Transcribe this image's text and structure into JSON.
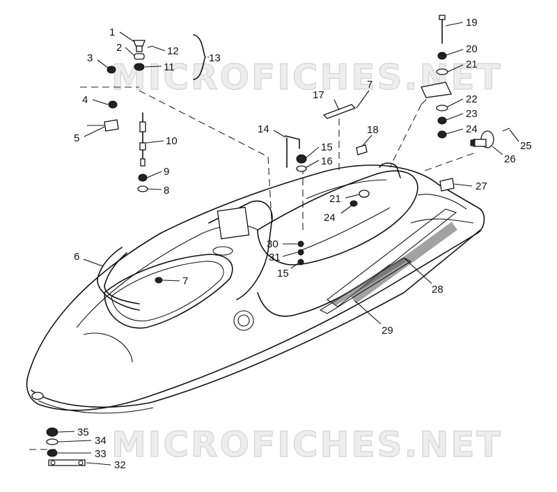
{
  "watermark": {
    "upper": "MICROFICHES.NET",
    "lower": "MICROFICHES.NET"
  },
  "callouts": [
    {
      "id": "c1",
      "label": "1"
    },
    {
      "id": "c2",
      "label": "2"
    },
    {
      "id": "c3",
      "label": "3"
    },
    {
      "id": "c4",
      "label": "4"
    },
    {
      "id": "c5",
      "label": "5"
    },
    {
      "id": "c6",
      "label": "6"
    },
    {
      "id": "c7a",
      "label": "7"
    },
    {
      "id": "c7b",
      "label": "7"
    },
    {
      "id": "c8",
      "label": "8"
    },
    {
      "id": "c9",
      "label": "9"
    },
    {
      "id": "c10",
      "label": "10"
    },
    {
      "id": "c11",
      "label": "11"
    },
    {
      "id": "c12",
      "label": "12"
    },
    {
      "id": "c13",
      "label": "13"
    },
    {
      "id": "c14",
      "label": "14"
    },
    {
      "id": "c15a",
      "label": "15"
    },
    {
      "id": "c15b",
      "label": "15"
    },
    {
      "id": "c16",
      "label": "16"
    },
    {
      "id": "c17",
      "label": "17"
    },
    {
      "id": "c18",
      "label": "18"
    },
    {
      "id": "c19",
      "label": "19"
    },
    {
      "id": "c20",
      "label": "20"
    },
    {
      "id": "c21a",
      "label": "21"
    },
    {
      "id": "c21b",
      "label": "21"
    },
    {
      "id": "c22",
      "label": "22"
    },
    {
      "id": "c23",
      "label": "23"
    },
    {
      "id": "c24a",
      "label": "24"
    },
    {
      "id": "c24b",
      "label": "24"
    },
    {
      "id": "c25",
      "label": "25"
    },
    {
      "id": "c26",
      "label": "26"
    },
    {
      "id": "c27",
      "label": "27"
    },
    {
      "id": "c28",
      "label": "28"
    },
    {
      "id": "c29",
      "label": "29"
    },
    {
      "id": "c30",
      "label": "30"
    },
    {
      "id": "c31",
      "label": "31"
    },
    {
      "id": "c32",
      "label": "32"
    },
    {
      "id": "c33",
      "label": "33"
    },
    {
      "id": "c34",
      "label": "34"
    },
    {
      "id": "c35",
      "label": "35"
    }
  ]
}
